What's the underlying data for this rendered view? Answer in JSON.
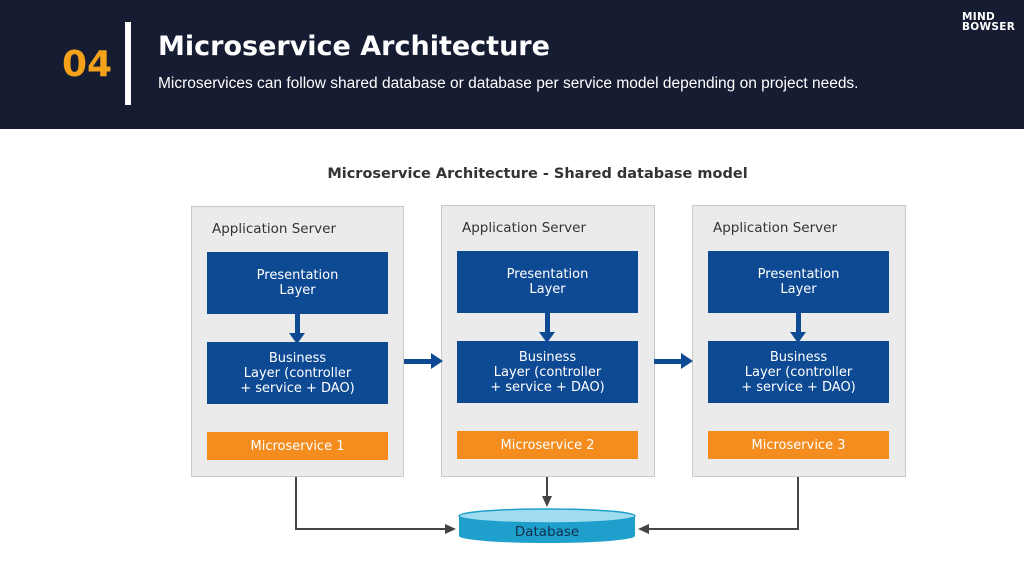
{
  "header": {
    "number": "04",
    "title": "Microservice Architecture",
    "subtitle": "Microservices can follow shared database or database per service model depending on project needs.",
    "logo_line1": "MIND",
    "logo_line2": "BOWSER"
  },
  "diagram": {
    "title": "Microservice Architecture - Shared database model",
    "servers": [
      {
        "label": "Application Server",
        "presentation": "Presentation\nLayer",
        "business": "Business\nLayer (controller\n+ service + DAO)",
        "microservice": "Microservice 1"
      },
      {
        "label": "Application Server",
        "presentation": "Presentation\nLayer",
        "business": "Business\nLayer (controller\n+ service + DAO)",
        "microservice": "Microservice 2"
      },
      {
        "label": "Application Server",
        "presentation": "Presentation\nLayer",
        "business": "Business\nLayer (controller\n+ service + DAO)",
        "microservice": "Microservice 3"
      }
    ],
    "database": "Database"
  },
  "colors": {
    "header_bg": "#161d33",
    "accent_orange": "#f3a21a",
    "layer_blue": "#0e4a93",
    "microservice_orange": "#f58c1e",
    "database_cyan": "#20a6cf"
  }
}
